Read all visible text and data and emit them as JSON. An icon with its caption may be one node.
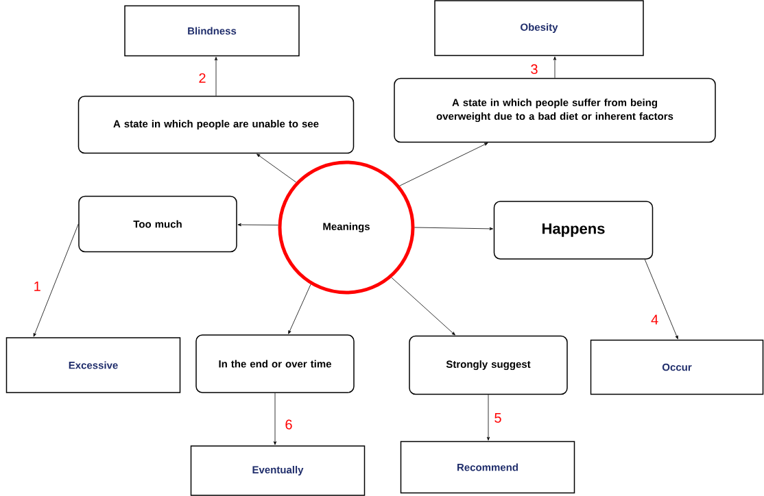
{
  "diagram": {
    "nodes": [
      {
        "text": [
          "Blindness"
        ]
      },
      {
        "text": [
          "Obesity"
        ]
      },
      {
        "text": [
          "A state in which people are unable to see"
        ]
      },
      {
        "text": [
          "A state in which people suffer from being overweight due to a bad diet or inherent factors"
        ]
      },
      {
        "text": [
          "Too much"
        ]
      },
      {
        "text": [
          "Meanings"
        ]
      },
      {
        "text": [
          "Happens"
        ]
      },
      {
        "text": [
          "Excessive"
        ]
      },
      {
        "text": [
          "In the end or over time"
        ]
      },
      {
        "text": [
          "Strongly suggest"
        ]
      },
      {
        "text": [
          "Occur"
        ]
      },
      {
        "text": [
          "Eventually"
        ]
      },
      {
        "text": [
          "Recommend"
        ]
      }
    ],
    "edges": [
      {
        "from": 2,
        "to": 0,
        "arrow": "to",
        "label": "2"
      },
      {
        "from": 3,
        "to": 1,
        "arrow": "to",
        "label": "3"
      },
      {
        "from": 5,
        "to": 2,
        "arrow": "to"
      },
      {
        "from": 5,
        "to": 3,
        "arrow": "to"
      },
      {
        "from": 5,
        "to": 4,
        "arrow": "to"
      },
      {
        "from": 5,
        "to": 6,
        "arrow": "to"
      },
      {
        "from": 5,
        "to": 8,
        "arrow": "to"
      },
      {
        "from": 5,
        "to": 9,
        "arrow": "to"
      },
      {
        "from": 4,
        "to": 7,
        "arrow": "to",
        "label": "1"
      },
      {
        "from": 6,
        "to": 10,
        "arrow": "to",
        "label": "4"
      },
      {
        "from": 8,
        "to": 11,
        "arrow": "to",
        "label": "6"
      },
      {
        "from": 9,
        "to": 12,
        "arrow": "to",
        "label": "5"
      }
    ]
  }
}
